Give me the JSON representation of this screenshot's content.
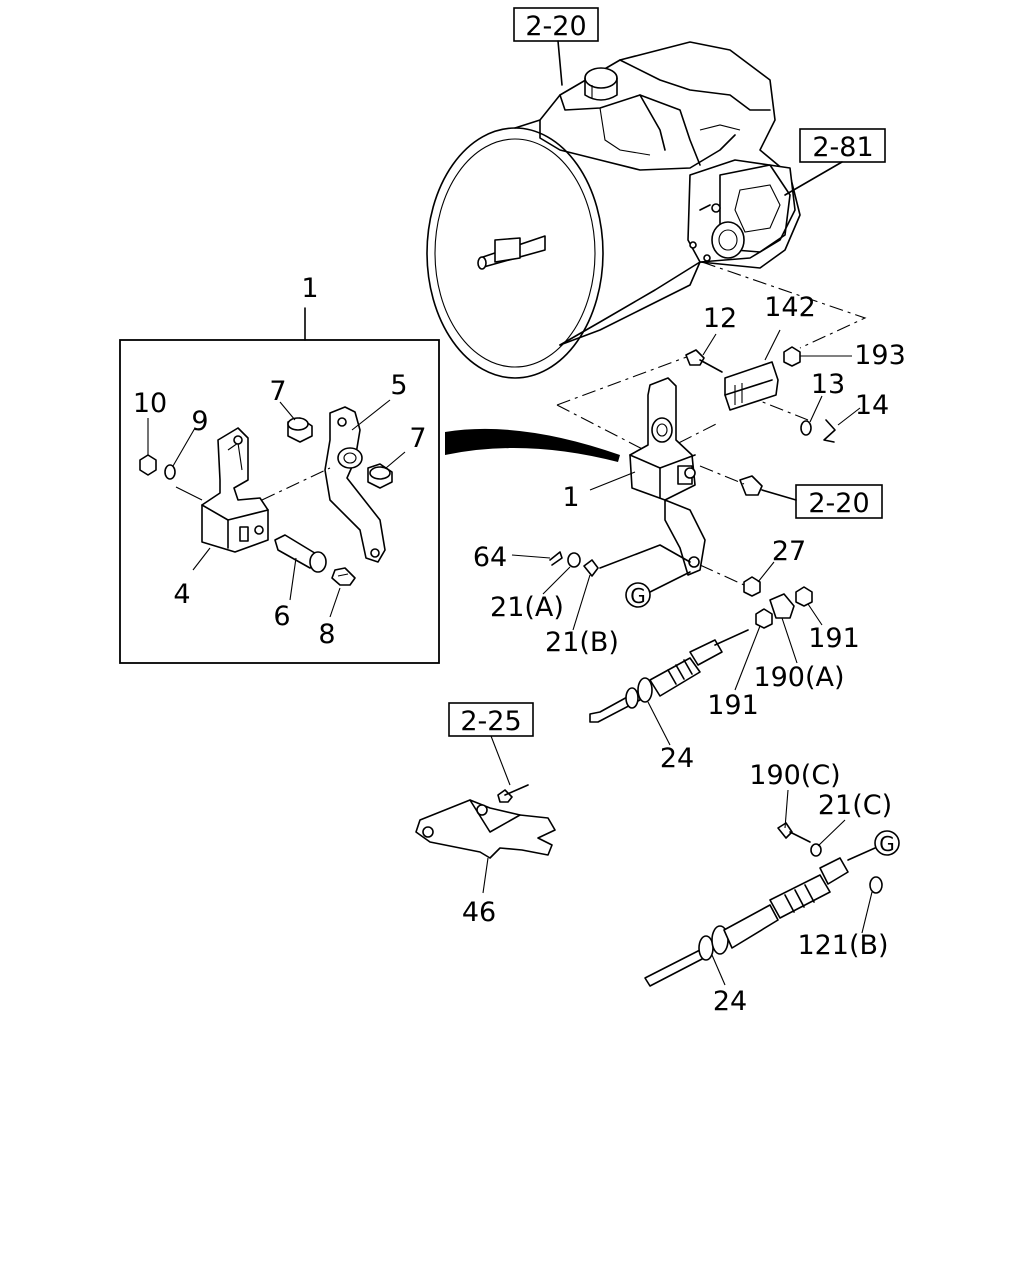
{
  "ref_boxes": {
    "transmission_ref": "2-20",
    "extension_ref": "2-81",
    "bolt_ref": "2-20",
    "bracket_ref": "2-25"
  },
  "callouts": {
    "assy_1_top": "1",
    "assy_1_main": "1",
    "p4": "4",
    "p5": "5",
    "p6": "6",
    "p7a": "7",
    "p7b": "7",
    "p8": "8",
    "p9": "9",
    "p10": "10",
    "p12": "12",
    "p13": "13",
    "p14": "14",
    "p142": "142",
    "p193": "193",
    "p27": "27",
    "p64": "64",
    "p21a": "21(A)",
    "p21b": "21(B)",
    "p191a": "191",
    "p191b": "191",
    "p190a": "190(A)",
    "p24a": "24",
    "p46": "46",
    "p190c": "190(C)",
    "p21c": "21(C)",
    "p121b": "121(B)",
    "p24b": "24"
  },
  "connector_mark": {
    "g_left": "G",
    "g_right": "G"
  }
}
